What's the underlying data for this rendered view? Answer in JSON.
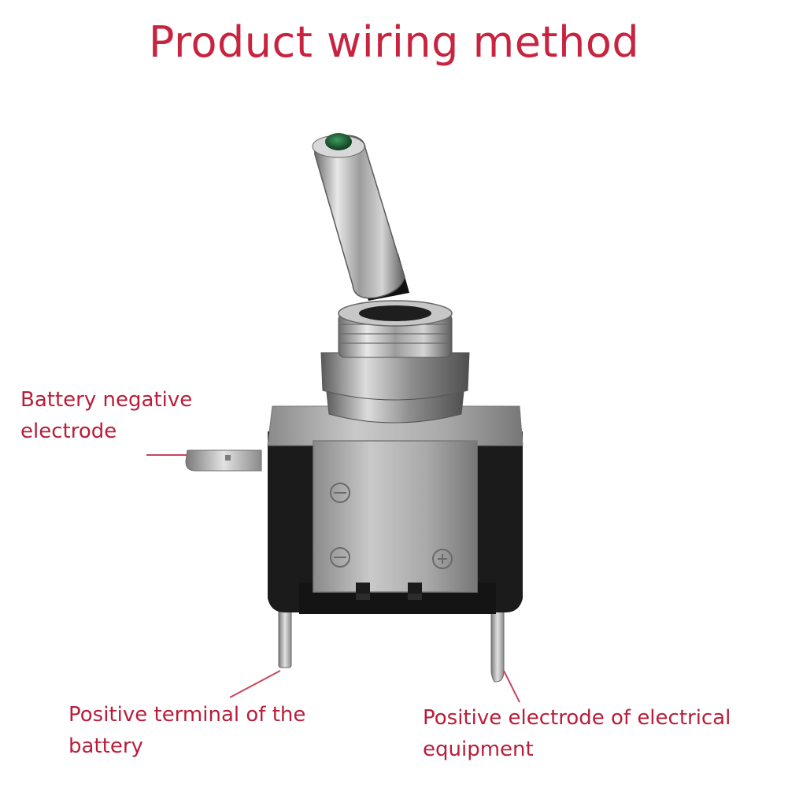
{
  "title": "Product wiring method",
  "labels": {
    "battery_negative": "Battery negative electrode",
    "battery_positive": "Positive terminal of the battery",
    "equipment_positive": "Positive electrode of electrical equipment"
  },
  "colors": {
    "title": "#c8233f",
    "label": "#b81e3a",
    "leader": "#c8465c",
    "indicator_led": "#1f6b3a"
  }
}
